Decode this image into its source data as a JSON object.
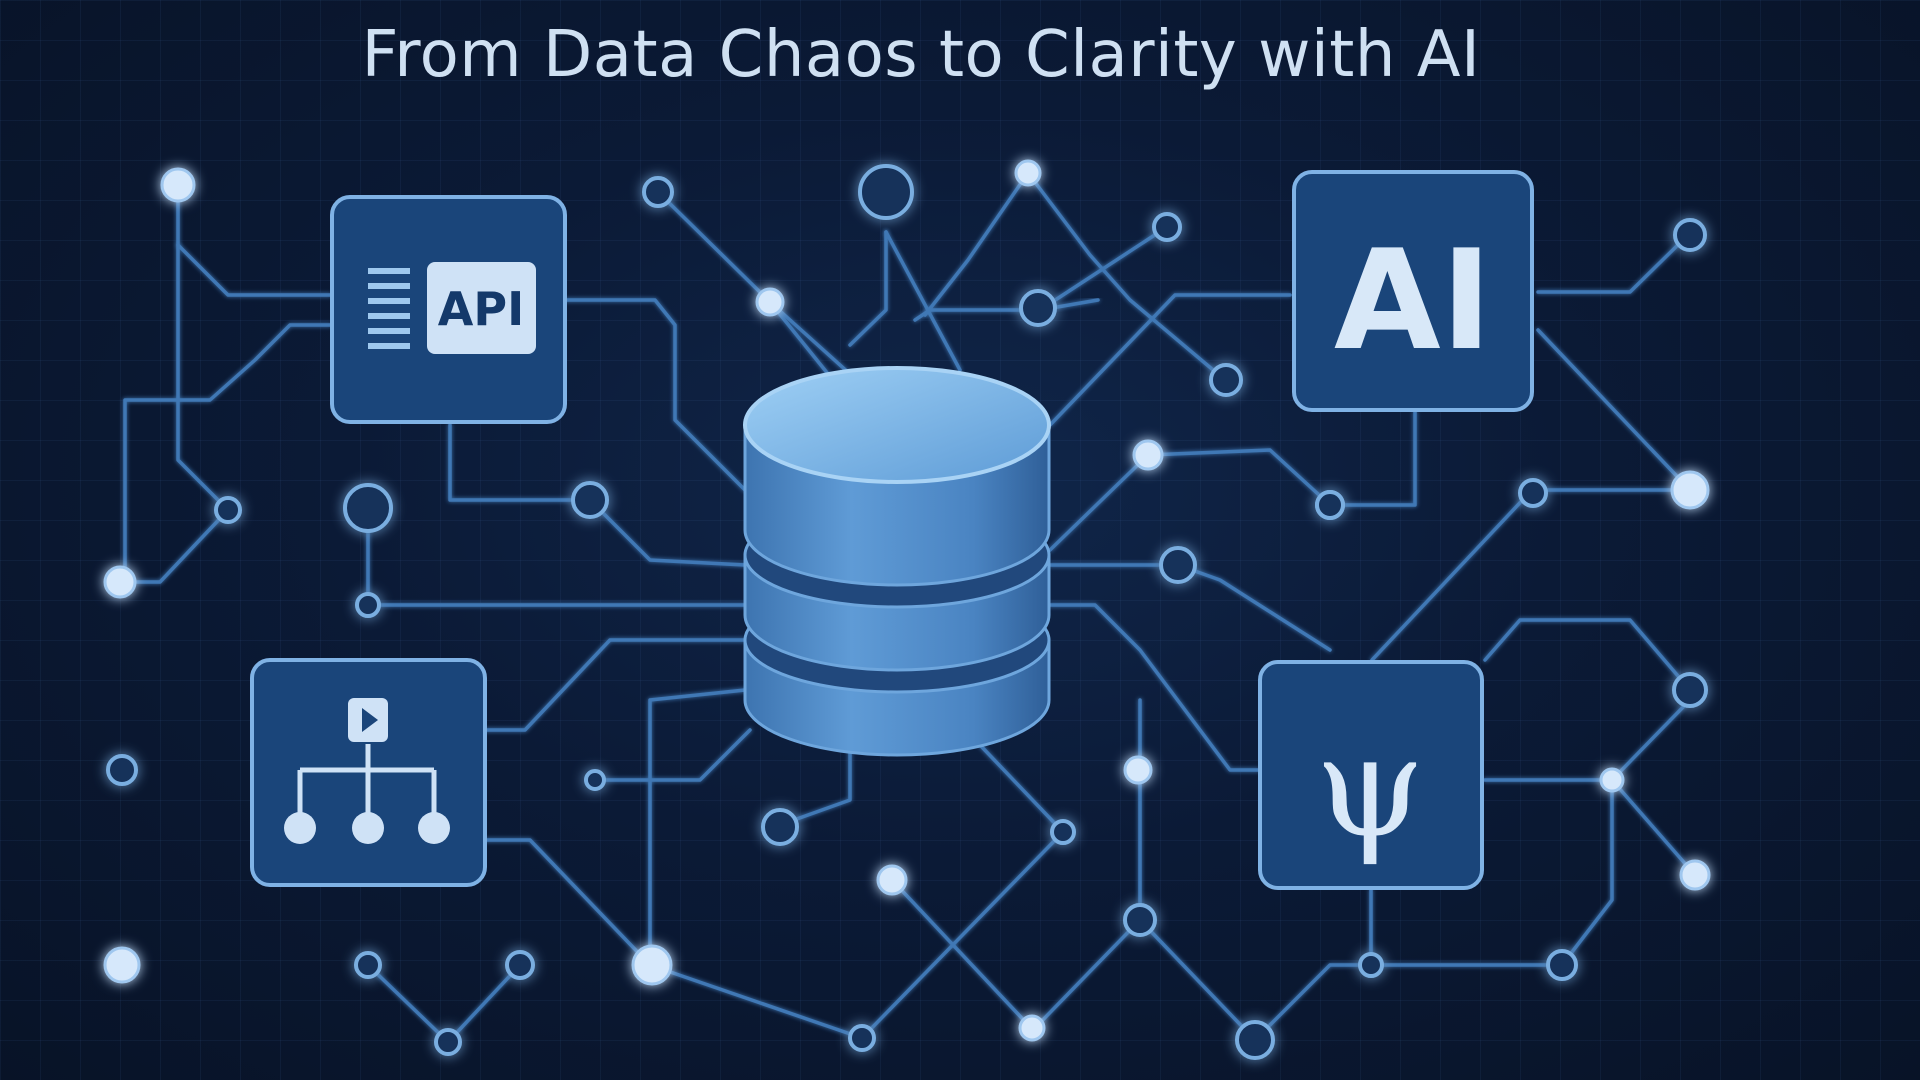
{
  "title": "From Data Chaos to Clarity with AI",
  "modules": {
    "api": {
      "label": "API",
      "icon": "api-icon"
    },
    "workflow": {
      "icon": "workflow-tree-icon"
    },
    "ai": {
      "label": "AI",
      "icon": "ai-icon"
    },
    "psi": {
      "label": "ψ",
      "icon": "psi-icon"
    }
  },
  "central": {
    "icon": "database-icon"
  },
  "colors": {
    "background": "#0a1730",
    "wire": "#3f78b5",
    "node": "#d6e8fb",
    "module": "#1a457a",
    "database": "#4f8ac4"
  }
}
